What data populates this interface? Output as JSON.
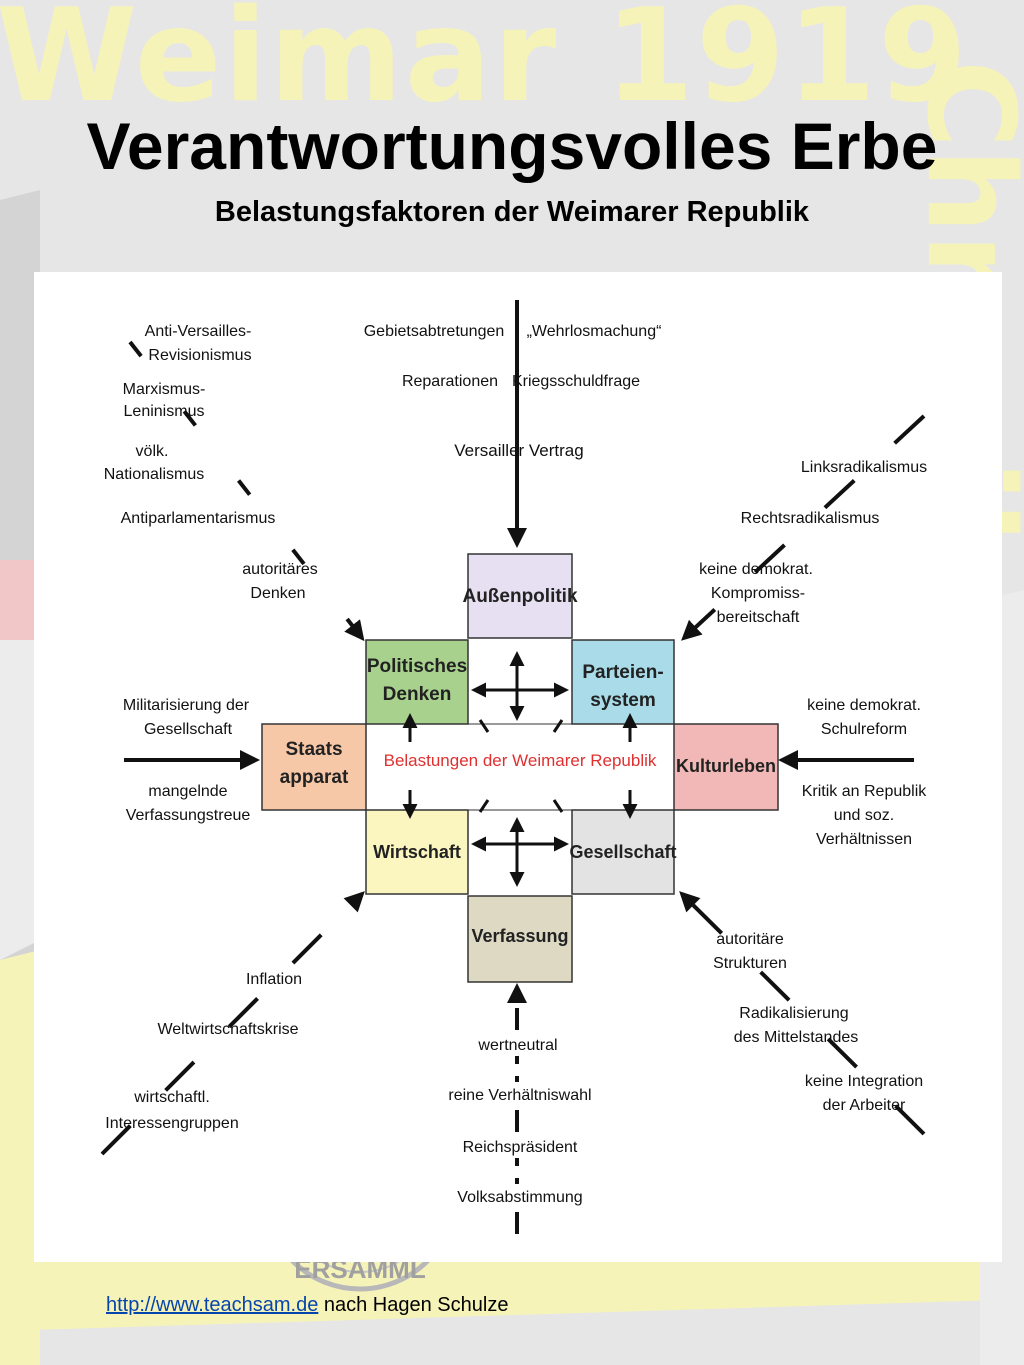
{
  "background": {
    "word_top": "Weimar 1919",
    "word_right": "Chronik",
    "seal_text": "ERSAMML"
  },
  "title": "Verantwortungsvolles Erbe",
  "subtitle": "Belastungsfaktoren der Weimarer Republik",
  "diagram": {
    "center_label": "Belastungen der Weimarer Republik",
    "boxes": {
      "aussenpolitik": "Außenpolitik",
      "politisches_denken": [
        "Politisches",
        "Denken"
      ],
      "parteiensystem": [
        "Parteien-",
        "system"
      ],
      "staatsapparat": [
        "Staats",
        "apparat"
      ],
      "kulturleben": "Kulturleben",
      "wirtschaft": "Wirtschaft",
      "gesellschaft": "Gesellschaft",
      "verfassung": "Verfassung"
    },
    "labels": {
      "top": [
        "Gebietsabtretungen",
        "„Wehrlosmachung“",
        "Reparationen",
        "Kriegsschuldfrage",
        "Versailler Vertrag"
      ],
      "top_left": [
        "Anti-Versailles-",
        "Revisionismus",
        "Marxismus-",
        "Leninismus",
        "völk.",
        "Nationalismus",
        "Antiparlamentarismus",
        "autoritäres",
        "Denken"
      ],
      "top_right": [
        "Linksradikalismus",
        "Rechtsradikalismus",
        "keine demokrat.",
        "Kompromiss-",
        "bereitschaft"
      ],
      "left": [
        "Militarisierung der",
        "Gesellschaft",
        "mangelnde",
        "Verfassungstreue"
      ],
      "right": [
        "keine demokrat.",
        "Schulreform",
        "Kritik an Republik",
        "und soz.",
        "Verhältnissen"
      ],
      "bottom_left": [
        "Inflation",
        "Weltwirtschaftskrise",
        "wirtschaftl.",
        "Interessengruppen"
      ],
      "bottom_right": [
        "autoritäre",
        "Strukturen",
        "Radikalisierung",
        "des Mittelstandes",
        "keine Integration",
        "der Arbeiter"
      ],
      "bottom": [
        "wertneutral",
        "reine Verhältniswahl",
        "Reichspräsident",
        "Volksabstimmung"
      ]
    },
    "colors": {
      "aussenpolitik": "#e6e0f2",
      "politisches_denken": "#a9d18e",
      "parteiensystem": "#a9dbe9",
      "staatsapparat": "#f6c8a8",
      "kulturleben": "#f2b8b8",
      "wirtschaft": "#fbf6c0",
      "gesellschaft": "#e3e3e3",
      "verfassung": "#ddd9c3",
      "center_text": "#e03030"
    }
  },
  "footer": {
    "link": "http://www.teachsam.de",
    "text": " nach Hagen Schulze"
  }
}
